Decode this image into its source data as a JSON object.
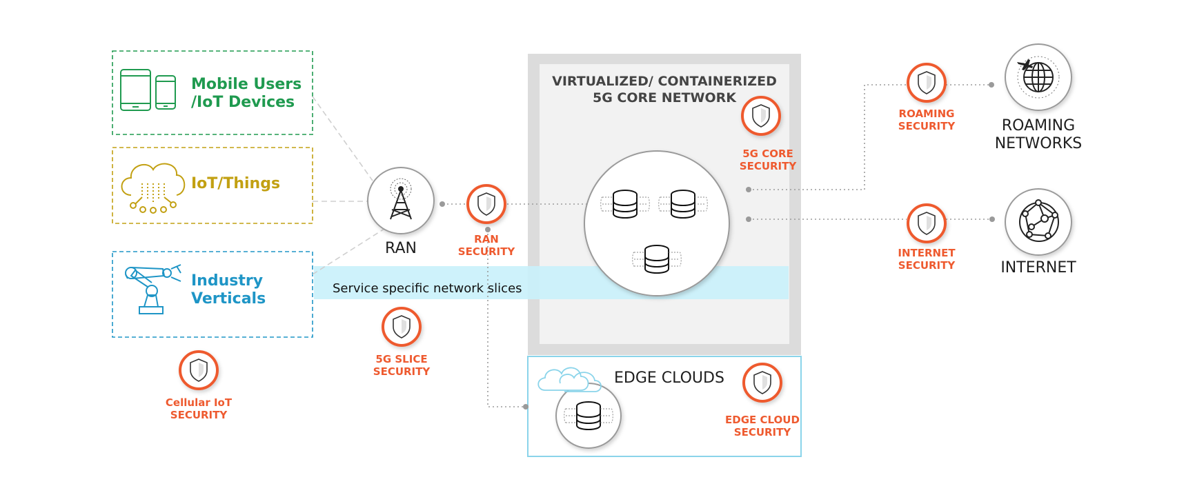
{
  "sources": {
    "mobile": {
      "label": "Mobile Users\n/IoT Devices",
      "color": "#1f9a4f"
    },
    "iot": {
      "label": "IoT/Things",
      "color": "#c2a012"
    },
    "industry": {
      "label": "Industry\nVerticals",
      "color": "#1e95c6"
    }
  },
  "ran": {
    "label": "RAN"
  },
  "core": {
    "title": "VIRTUALIZED/ CONTAINERIZED\n5G CORE NETWORK"
  },
  "slices": {
    "label": "Service specific network slices"
  },
  "edge": {
    "label": "EDGE CLOUDS"
  },
  "roaming": {
    "label": "ROAMING\nNETWORKS"
  },
  "internet": {
    "label": "INTERNET"
  },
  "security": {
    "cellular_iot": "Cellular IoT\nSECURITY",
    "slice": "5G SLICE\nSECURITY",
    "ran": "RAN\nSECURITY",
    "core": "5G CORE\nSECURITY",
    "roaming": "ROAMING\nSECURITY",
    "internet": "INTERNET\nSECURITY",
    "edge_cloud": "EDGE CLOUD\nSECURITY"
  },
  "colors": {
    "accent": "#ee5a2f",
    "slice_band": "#c9f1fb",
    "edge_border": "#8ad4ea",
    "core_frame": "#dcdcdc",
    "core_inner": "#f2f2f2"
  }
}
